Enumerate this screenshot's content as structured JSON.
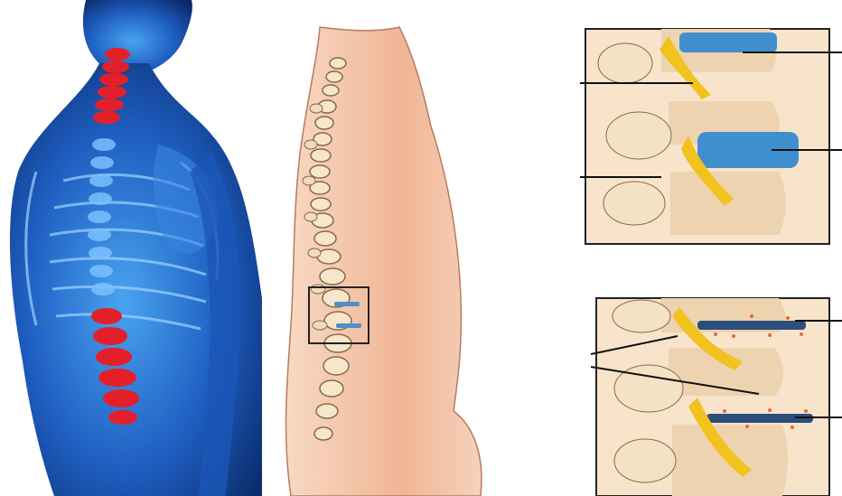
{
  "image": {
    "panels": [
      {
        "id": "xray",
        "subject": "x-ray-back-spine-highlighted"
      },
      {
        "id": "side",
        "subject": "side-torso-spine-with-inset-box"
      },
      {
        "id": "details",
        "subject": "vertebra-disc-closeups"
      }
    ],
    "colors": {
      "xray_bg": "#0b3b8f",
      "xray_glow": "#5fb4ff",
      "highlight_red": "#e3202a",
      "skin": "#f2c0a0",
      "skin_shadow": "#dd9a78",
      "bone": "#f3e2c4",
      "disc_blue": "#3f8fcf",
      "nerve_yellow": "#f2c21f",
      "outline": "#1e1e1e"
    }
  }
}
